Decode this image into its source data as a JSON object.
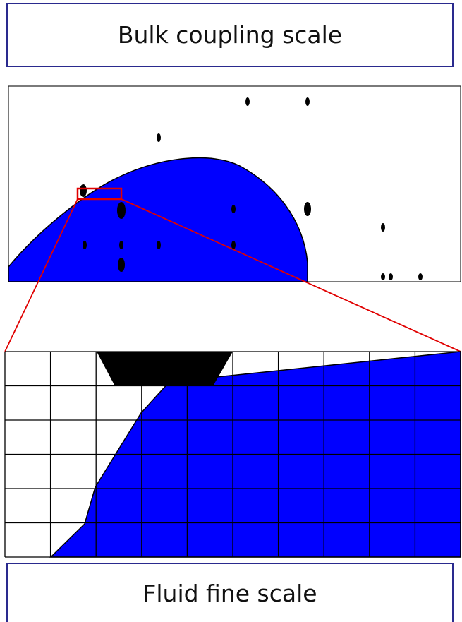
{
  "labels": {
    "top": "Bulk coupling scale",
    "bottom": "Fluid fine scale"
  },
  "colors": {
    "fluid": "#0000ff",
    "particle": "#000000",
    "zoom": "#e00000",
    "label_border": "#2a2a8e"
  },
  "grid": {
    "columns": 10,
    "rows": 6
  }
}
